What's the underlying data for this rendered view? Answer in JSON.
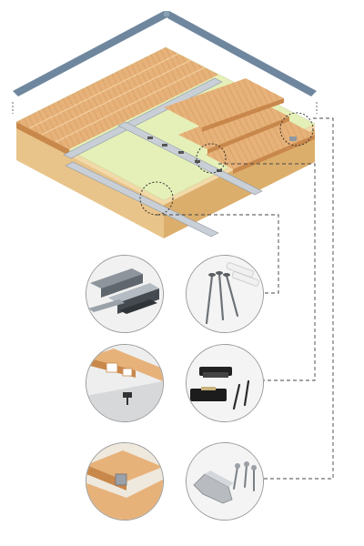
{
  "diagram": {
    "subject": "composite-deck-installation",
    "colors": {
      "board": "#e7b27a",
      "board_dark": "#c9884b",
      "board_groove": "#d39a5e",
      "membrane": "#e5f0b8",
      "subfloor_side": "#e9c48a",
      "rail": "#c9cfd6",
      "edge_trim": "#6f879e",
      "leader": "#444444"
    },
    "details": [
      {
        "id": "joist-profile",
        "icon": "aluminium-joist-icon"
      },
      {
        "id": "anchor-screws",
        "icon": "screws-and-plugs-icon"
      },
      {
        "id": "board-clip-install",
        "icon": "hidden-clip-install-icon"
      },
      {
        "id": "plastic-clip",
        "icon": "plastic-clip-and-screws-icon"
      },
      {
        "id": "edge-clip-install",
        "icon": "edge-clip-install-icon"
      },
      {
        "id": "steel-clip",
        "icon": "steel-clip-and-screws-icon"
      }
    ]
  }
}
